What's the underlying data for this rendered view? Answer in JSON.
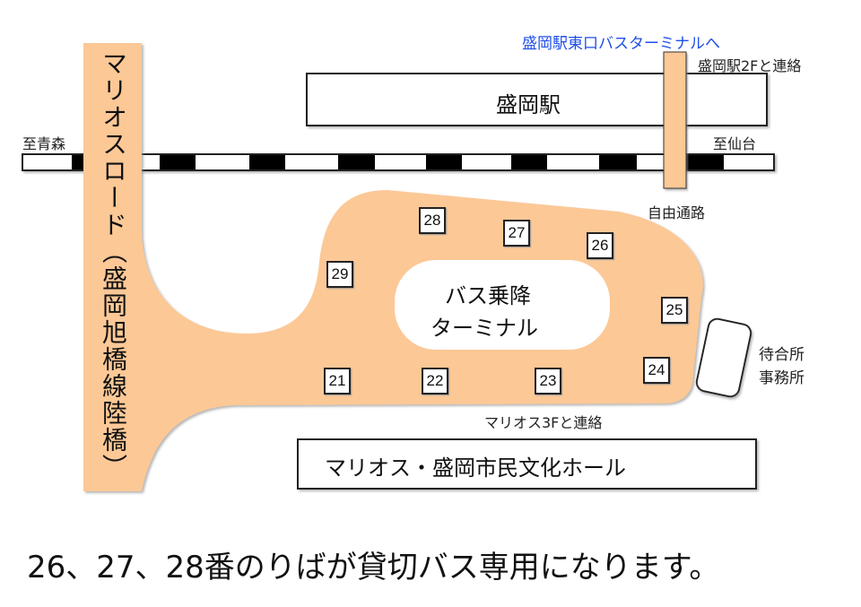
{
  "colors": {
    "walkway": "#fcc896",
    "link_text": "#1f4fe8",
    "outline": "#222222"
  },
  "map": {
    "to_east_exit_link": "盛岡駅東口バスターミナルへ",
    "station_2f_link": "盛岡駅2Fと連絡",
    "station_name": "盛岡駅",
    "direction_aomori": "至青森",
    "direction_sendai": "至仙台",
    "free_passage": "自由通路",
    "road_name": "マリオスロード（盛岡旭橋線陸橋）",
    "terminal_name_line1": "バス乗降",
    "terminal_name_line2": "ターミナル",
    "waiting_room_line1": "待合所",
    "waiting_room_line2": "事務所",
    "marios_3f_link": "マリオス3Fと連絡",
    "hall_name": "マリオス・盛岡市民文化ホール",
    "stops": [
      "21",
      "22",
      "23",
      "24",
      "25",
      "26",
      "27",
      "28",
      "29"
    ]
  },
  "notice": "26、27、28番のりばが貸切バス専用になります。"
}
